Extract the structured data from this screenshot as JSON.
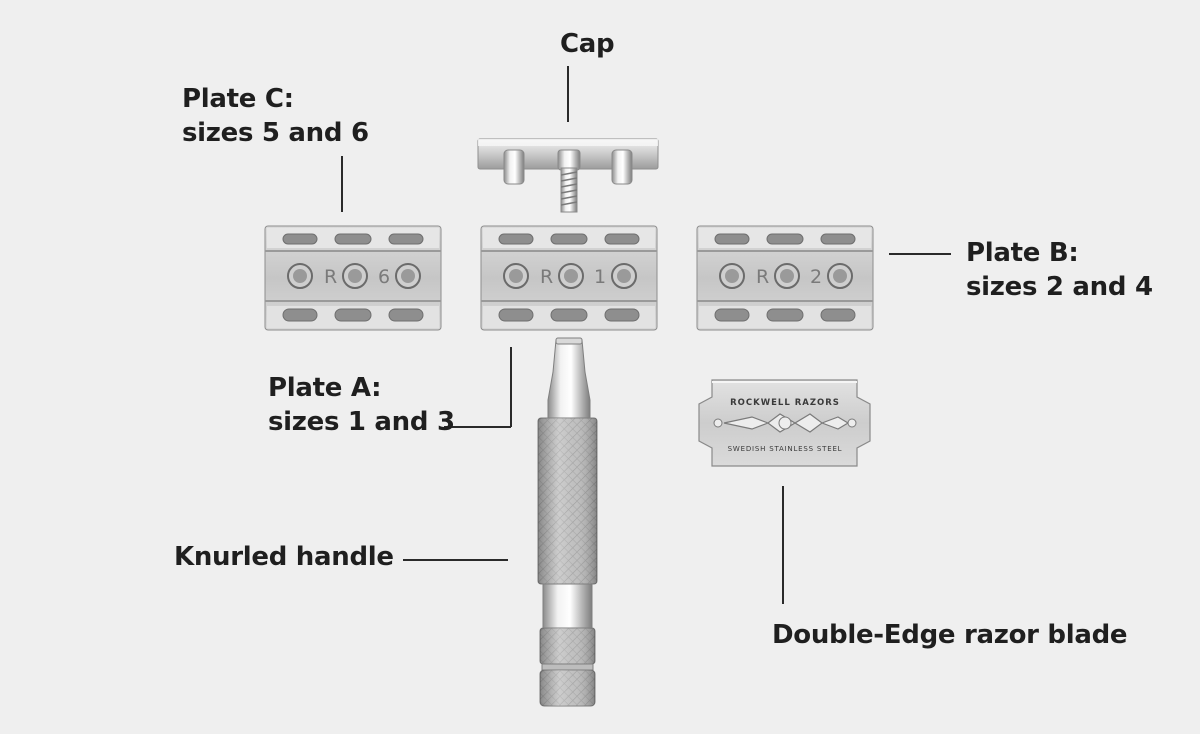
{
  "labels": {
    "cap": "Cap",
    "plate_c": {
      "line1": "Plate C:",
      "line2": "sizes 5 and 6"
    },
    "plate_b": {
      "line1": "Plate B:",
      "line2": "sizes 2 and 4"
    },
    "plate_a": {
      "line1": "Plate A:",
      "line2": "sizes 1 and 3"
    },
    "handle": "Knurled handle",
    "blade": "Double-Edge razor blade"
  },
  "plates": {
    "c": {
      "letter": "R",
      "number": "6"
    },
    "a": {
      "letter": "R",
      "number": "1"
    },
    "b": {
      "letter": "R",
      "number": "2"
    }
  },
  "blade": {
    "brand": "ROCKWELL RAZORS",
    "subtitle": "SWEDISH STAINLESS STEEL"
  },
  "colors": {
    "background": "#efefef",
    "text": "#1f1f1f",
    "metal": "#c9c9c9"
  }
}
